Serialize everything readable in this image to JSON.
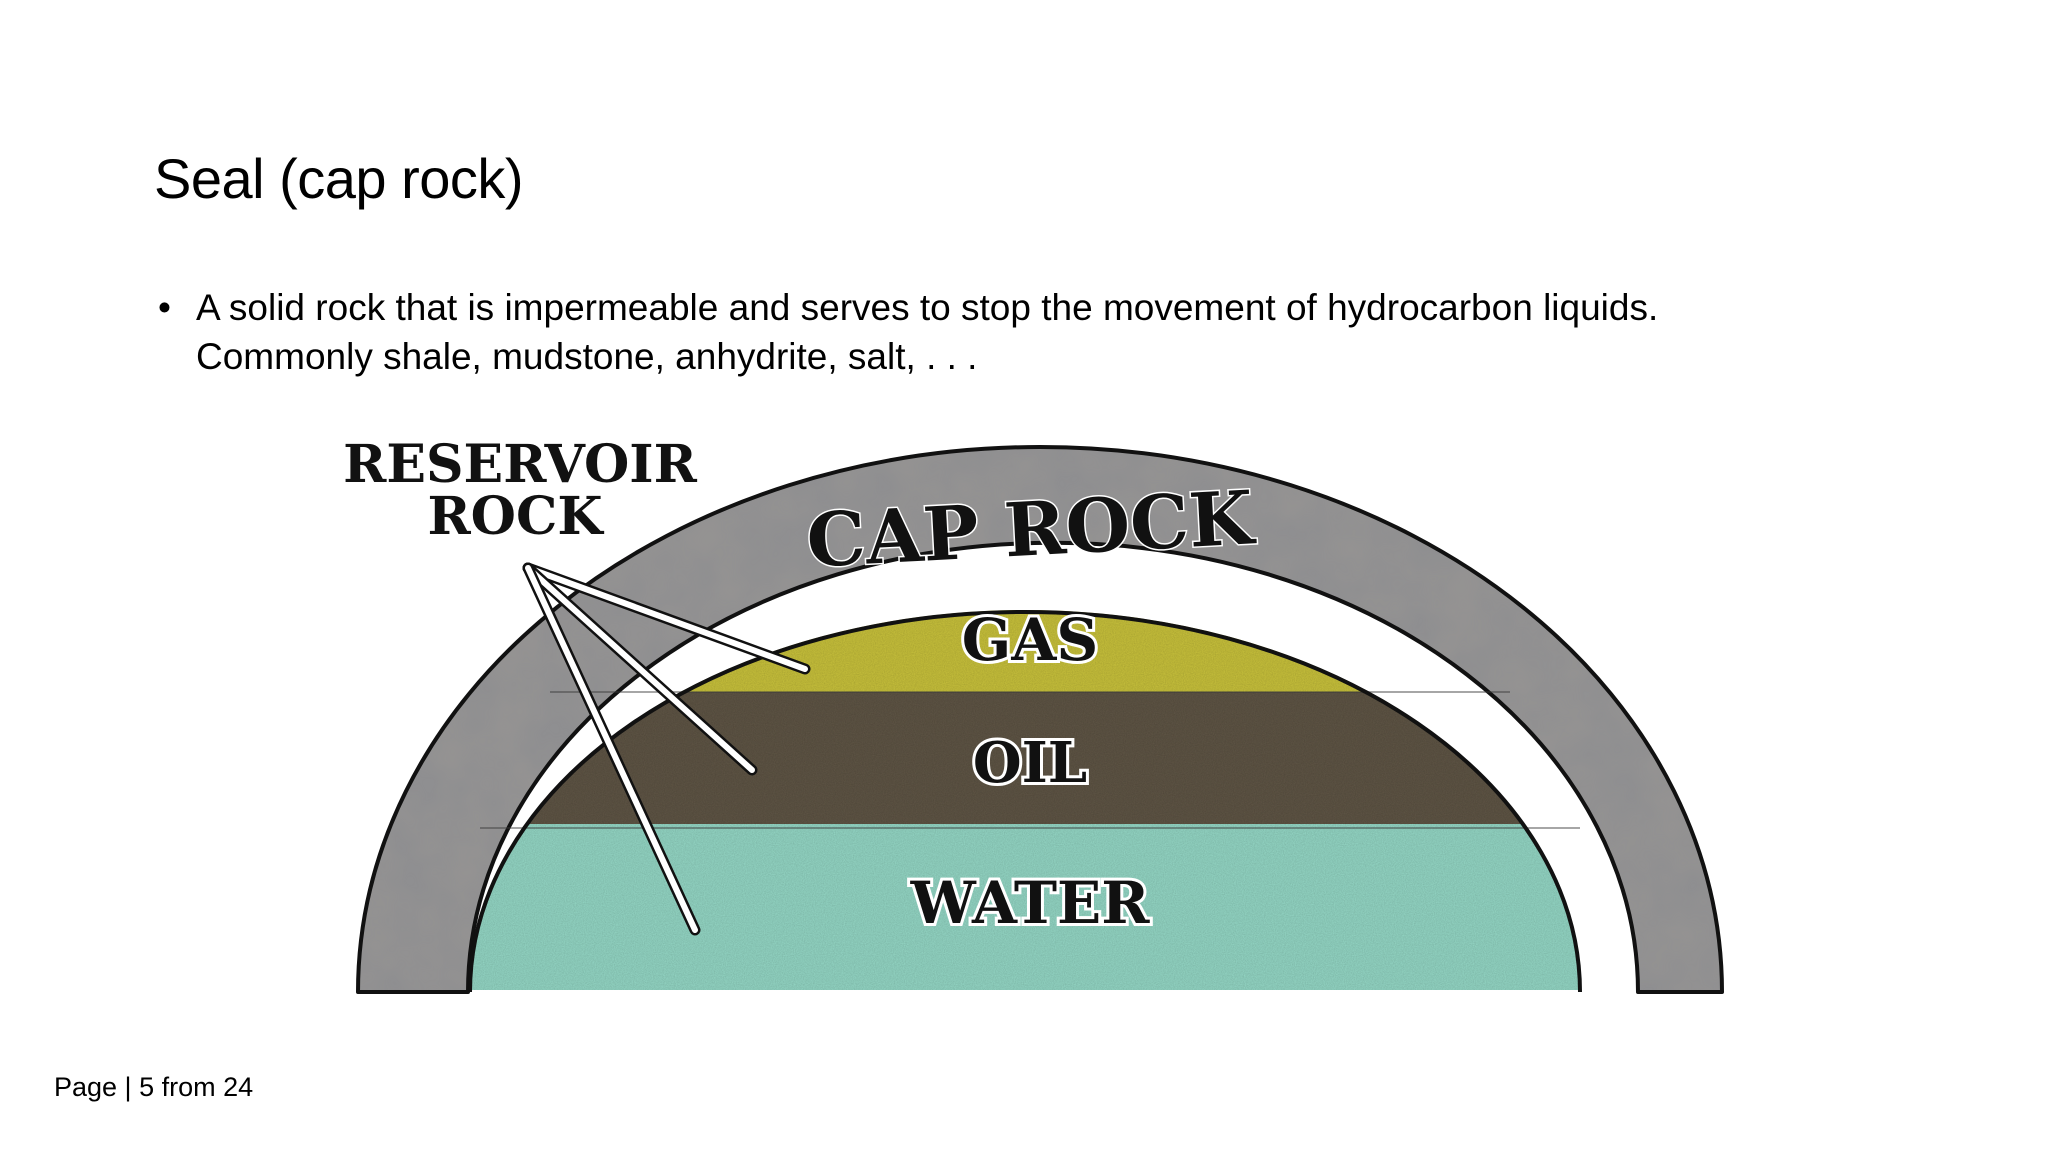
{
  "slide": {
    "title": "Seal (cap rock)",
    "bullets": [
      {
        "line1": "A solid rock that is impermeable and serves to stop the movement of hydrocarbon liquids.",
        "line2": "Commonly shale, mudstone, anhydrite, salt, . . ."
      }
    ],
    "bullet_symbol": "•"
  },
  "diagram": {
    "labels": {
      "reservoir_rock_line1": "RESERVOIR",
      "reservoir_rock_line2": "ROCK",
      "cap_rock": "CAP ROCK",
      "gas": "GAS",
      "oil": "OIL",
      "water": "WATER"
    },
    "colors": {
      "cap_rock": "#8f8f91",
      "gas": "#c9c23c",
      "oil": "#615646",
      "water": "#95d8c6",
      "outline": "#111111"
    }
  },
  "footer": {
    "page_text": "Page | 5 from 24"
  }
}
